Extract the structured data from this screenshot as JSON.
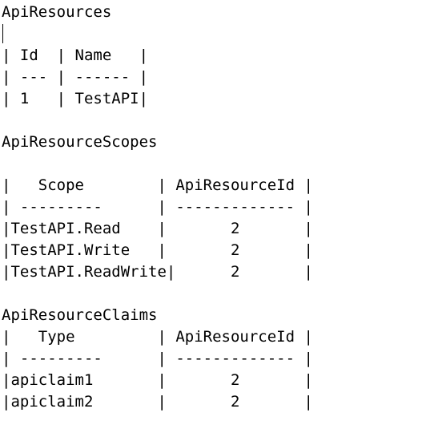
{
  "lines": [
    "ApiResources",
    "",
    "| Id  | Name   |",
    "| --- | ------ |",
    "| 1   | TestAPI|",
    "",
    "ApiResourceScopes",
    "",
    "|   Scope        | ApiResourceId |",
    "| ---------      | ------------- |",
    "|TestAPI.Read    |       2       |",
    "|TestAPI.Write   |       2       |",
    "|TestAPI.ReadWrite|      2       |",
    "",
    "ApiResourceClaims",
    "|   Type         | ApiResourceId |",
    "| ---------      | ------------- |",
    "|apiclaim1       |       2       |",
    "|apiclaim2       |       2       |"
  ]
}
